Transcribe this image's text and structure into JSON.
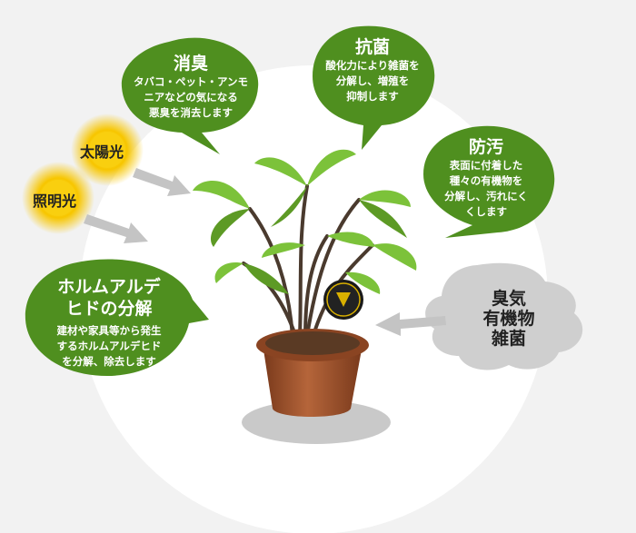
{
  "colors": {
    "bubble_green": "#4f8f1f",
    "leaf_green": "#7cc23a",
    "leaf_dark": "#5d9a25",
    "pot_brown": "#a0522d",
    "sun_yellow": "#f7c600",
    "smell_gray": "#cfcfcf",
    "arrow_gray": "#c4c4c4"
  },
  "bubbles": {
    "deodorize": {
      "title": "消臭",
      "body": [
        "タバコ・ペット・アンモ",
        "ニアなどの気になる",
        "悪臭を消去します"
      ]
    },
    "antibacterial": {
      "title": "抗菌",
      "body": [
        "酸化力により雑菌を",
        "分解し、増殖を",
        "抑制します"
      ]
    },
    "antifouling": {
      "title": "防汚",
      "body": [
        "表面に付着した",
        "種々の有機物を",
        "分解し、汚れにく",
        "くします"
      ]
    },
    "formaldehyde": {
      "title": [
        "ホルムアルデ",
        "ヒドの分解"
      ],
      "body": [
        "建材や家具等から発生",
        "するホルムアルデヒド",
        "を分解、除去します"
      ]
    }
  },
  "lights": {
    "sunlight": "太陽光",
    "lighting": "照明光"
  },
  "smells": [
    "臭気",
    "有機物",
    "雑菌"
  ],
  "badge": {
    "icon": "photocatalyst-badge-icon"
  },
  "icons": {
    "sun": "sun-icon",
    "arrow": "arrow-icon",
    "cloud": "smell-cloud-icon",
    "plant": "potted-plant-icon"
  }
}
